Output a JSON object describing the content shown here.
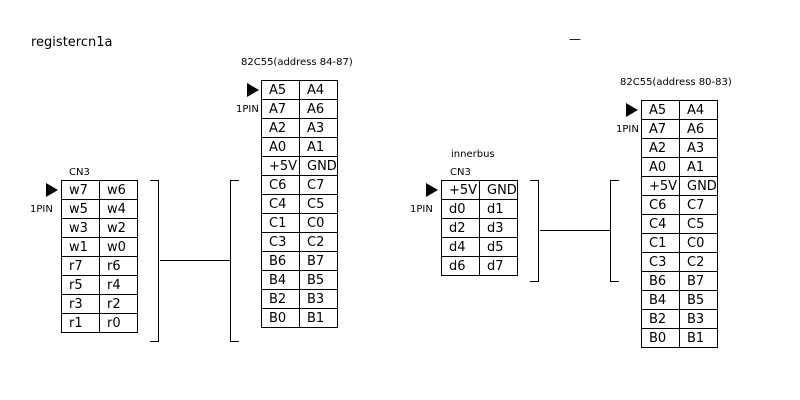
{
  "title": "registercn1a",
  "dash": "—",
  "left_connector": {
    "header": "CN3",
    "pin_label": "1PIN",
    "rows": [
      [
        "w7",
        "w6"
      ],
      [
        "w5",
        "w4"
      ],
      [
        "w3",
        "w2"
      ],
      [
        "w1",
        "w0"
      ],
      [
        "r7",
        "r6"
      ],
      [
        "r5",
        "r4"
      ],
      [
        "r3",
        "r2"
      ],
      [
        "r1",
        "r0"
      ]
    ]
  },
  "chip_left": {
    "header": "82C55(address 84-87)",
    "pin_label": "1PIN",
    "rows": [
      [
        "A5",
        "A4"
      ],
      [
        "A7",
        "A6"
      ],
      [
        "A2",
        "A3"
      ],
      [
        "A0",
        "A1"
      ],
      [
        "+5V",
        "GND"
      ],
      [
        "C6",
        "C7"
      ],
      [
        "C4",
        "C5"
      ],
      [
        "C1",
        "C0"
      ],
      [
        "C3",
        "C2"
      ],
      [
        "B6",
        "B7"
      ],
      [
        "B4",
        "B5"
      ],
      [
        "B2",
        "B3"
      ],
      [
        "B0",
        "B1"
      ]
    ]
  },
  "innerbus": {
    "title": "innerbus",
    "header": "CN3",
    "pin_label": "1PIN",
    "rows": [
      [
        "+5V",
        "GND"
      ],
      [
        "d0",
        "d1"
      ],
      [
        "d2",
        "d3"
      ],
      [
        "d4",
        "d5"
      ],
      [
        "d6",
        "d7"
      ]
    ]
  },
  "chip_right": {
    "header": "82C55(address 80-83)",
    "pin_label": "1PIN",
    "rows": [
      [
        "A5",
        "A4"
      ],
      [
        "A7",
        "A6"
      ],
      [
        "A2",
        "A3"
      ],
      [
        "A0",
        "A1"
      ],
      [
        "+5V",
        "GND"
      ],
      [
        "C6",
        "C7"
      ],
      [
        "C4",
        "C5"
      ],
      [
        "C1",
        "C0"
      ],
      [
        "C3",
        "C2"
      ],
      [
        "B6",
        "B7"
      ],
      [
        "B4",
        "B5"
      ],
      [
        "B2",
        "B3"
      ],
      [
        "B0",
        "B1"
      ]
    ]
  }
}
